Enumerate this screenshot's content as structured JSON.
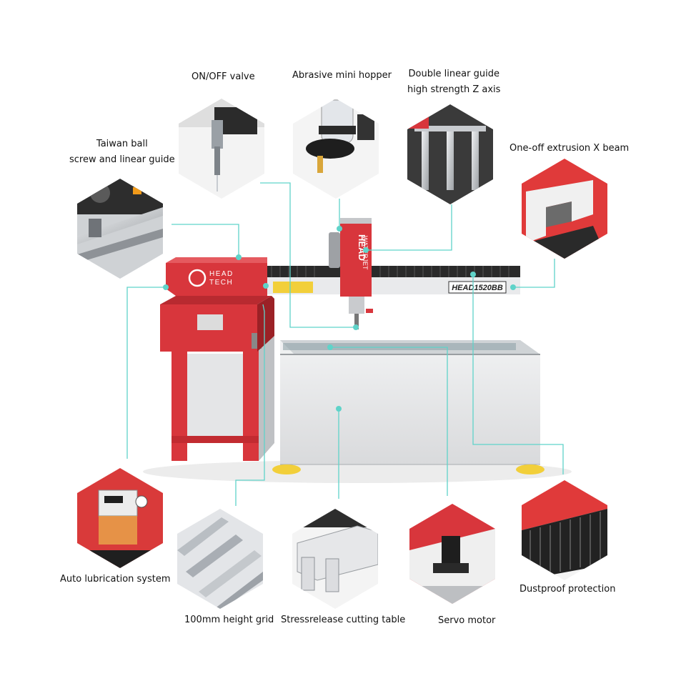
{
  "labels": {
    "onoff": "ON/OFF valve",
    "hopper": "Abrasive mini hopper",
    "linear_guide_1": "Double  linear guide",
    "linear_guide_2": "high strength Z axis",
    "taiwan_1": "Taiwan ball",
    "taiwan_2": "screw and linear guide",
    "xbeam": "One-off extrusion X beam",
    "lubrication": "Auto lubrication system",
    "grid": "100mm height grid",
    "table": "Stressrelease cutting table",
    "servo": "Servo motor",
    "dustproof": "Dustproof protection"
  },
  "machine": {
    "brand_1": "HEAD",
    "brand_2": "TECH",
    "head_vertical_1": "HEAD",
    "head_vertical_2": "WATERJET",
    "model": "HEAD1520BB"
  },
  "colors": {
    "accent_red": "#d8363c",
    "callout_line": "#5fd3c9",
    "panel_grey": "#e6e7e9",
    "dark": "#2a2a2a",
    "yellow": "#f2cf3a"
  }
}
